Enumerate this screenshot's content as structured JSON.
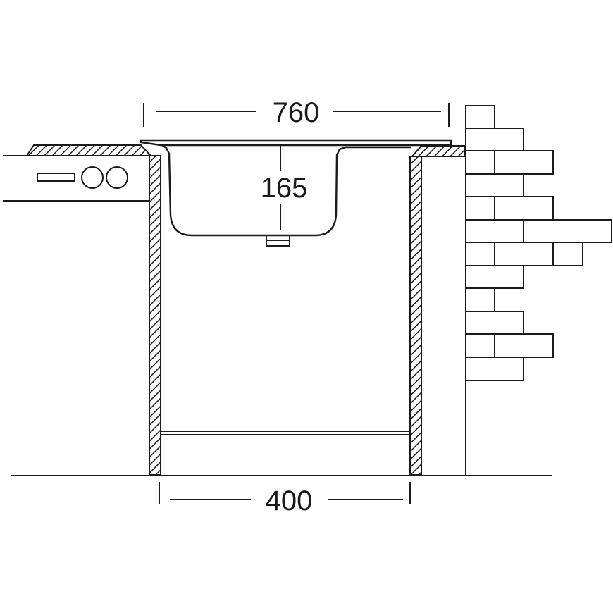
{
  "dimensions": {
    "overall_width": "760",
    "bowl_depth": "165",
    "cabinet_width": "400"
  },
  "colors": {
    "line": "#1a1a1a",
    "background": "#ffffff"
  }
}
